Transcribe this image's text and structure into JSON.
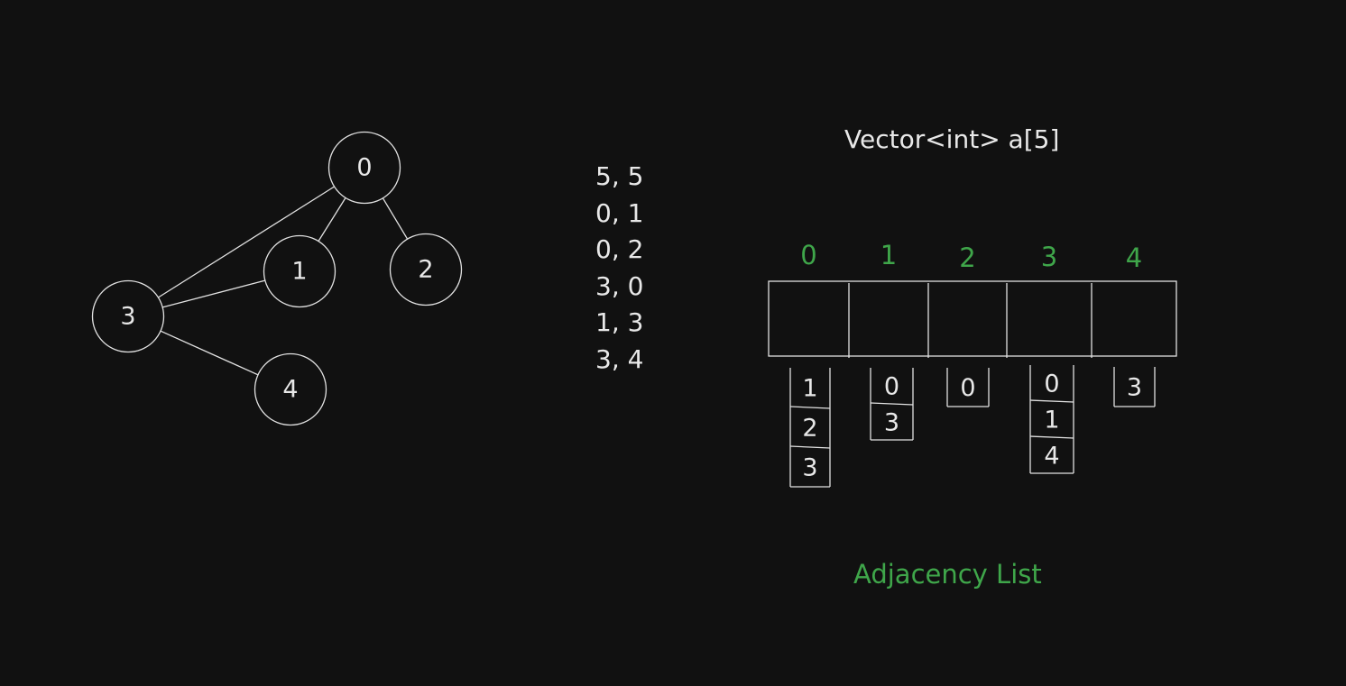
{
  "colors": {
    "background": "#111111",
    "stroke": "#e2e2e2",
    "text": "#e8e8e8",
    "accent": "#3fa64a"
  },
  "graph": {
    "nodes": [
      "0",
      "1",
      "2",
      "3",
      "4"
    ],
    "edges": [
      [
        "0",
        "3"
      ],
      [
        "0",
        "1"
      ],
      [
        "0",
        "2"
      ],
      [
        "3",
        "1"
      ],
      [
        "3",
        "4"
      ]
    ]
  },
  "edge_input": [
    "5, 5",
    "0, 1",
    "0, 2",
    "3, 0",
    "1, 3",
    "3, 4"
  ],
  "vector": {
    "title": "Vector<int> a[5]",
    "indices": [
      "0",
      "1",
      "2",
      "3",
      "4"
    ]
  },
  "adjacency": [
    [
      "1",
      "2",
      "3"
    ],
    [
      "0",
      "3"
    ],
    [
      "0"
    ],
    [
      "0",
      "1",
      "4"
    ],
    [
      "3"
    ]
  ],
  "caption": "Adjacency List"
}
